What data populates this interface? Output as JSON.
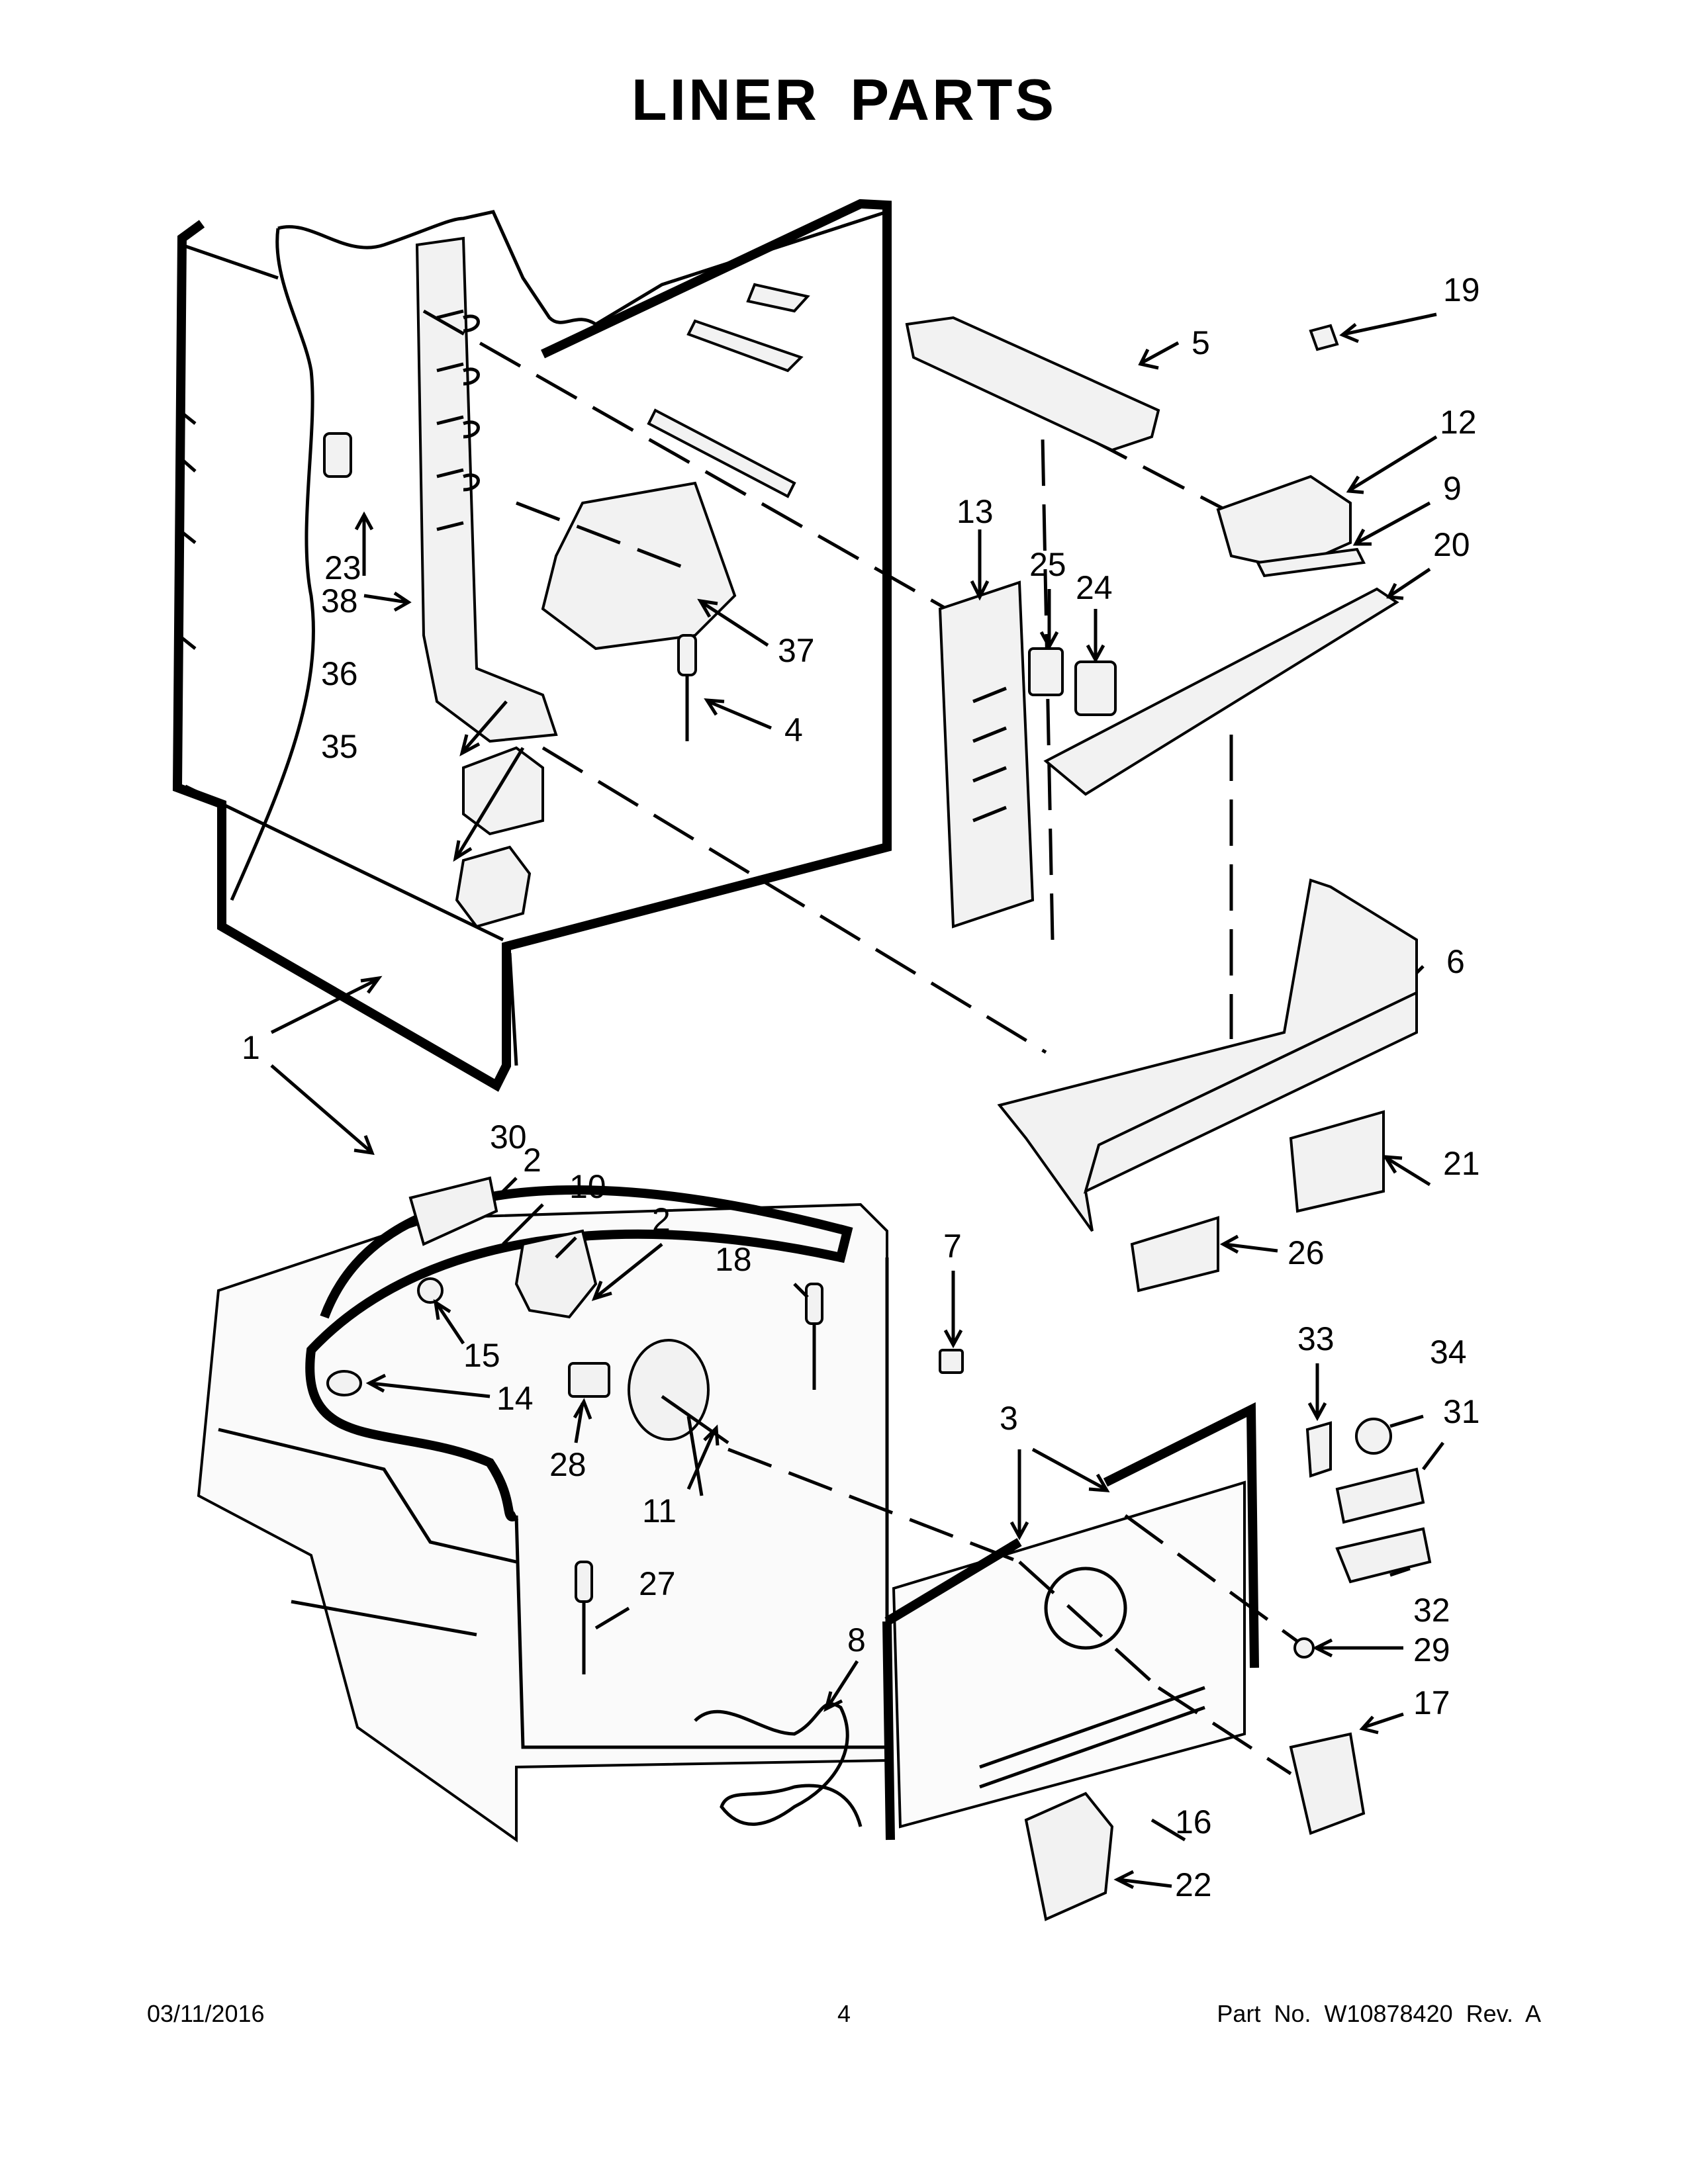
{
  "page_title": "LINER PARTS",
  "callouts": [
    {
      "id": "c1",
      "label": "1"
    },
    {
      "id": "c2a",
      "label": "2"
    },
    {
      "id": "c2b",
      "label": "2"
    },
    {
      "id": "c3a",
      "label": "3"
    },
    {
      "id": "c3b",
      "label": "3"
    },
    {
      "id": "c4",
      "label": "4"
    },
    {
      "id": "c5",
      "label": "5"
    },
    {
      "id": "c6",
      "label": "6"
    },
    {
      "id": "c7",
      "label": "7"
    },
    {
      "id": "c8",
      "label": "8"
    },
    {
      "id": "c9",
      "label": "9"
    },
    {
      "id": "c10",
      "label": "10"
    },
    {
      "id": "c11",
      "label": "11"
    },
    {
      "id": "c12",
      "label": "12"
    },
    {
      "id": "c13",
      "label": "13"
    },
    {
      "id": "c14",
      "label": "14"
    },
    {
      "id": "c15",
      "label": "15"
    },
    {
      "id": "c16",
      "label": "16"
    },
    {
      "id": "c17",
      "label": "17"
    },
    {
      "id": "c18",
      "label": "18"
    },
    {
      "id": "c19",
      "label": "19"
    },
    {
      "id": "c20",
      "label": "20"
    },
    {
      "id": "c21",
      "label": "21"
    },
    {
      "id": "c22",
      "label": "22"
    },
    {
      "id": "c23",
      "label": "23"
    },
    {
      "id": "c24",
      "label": "24"
    },
    {
      "id": "c25",
      "label": "25"
    },
    {
      "id": "c26",
      "label": "26"
    },
    {
      "id": "c27",
      "label": "27"
    },
    {
      "id": "c28",
      "label": "28"
    },
    {
      "id": "c29",
      "label": "29"
    },
    {
      "id": "c30",
      "label": "30"
    },
    {
      "id": "c31",
      "label": "31"
    },
    {
      "id": "c32",
      "label": "32"
    },
    {
      "id": "c33",
      "label": "33"
    },
    {
      "id": "c34",
      "label": "34"
    },
    {
      "id": "c35",
      "label": "35"
    },
    {
      "id": "c36",
      "label": "36"
    },
    {
      "id": "c37",
      "label": "37"
    },
    {
      "id": "c38",
      "label": "38"
    }
  ],
  "footer": {
    "date": "03/11/2016",
    "page_number": "4",
    "part_number": "Part No.  W10878420  Rev.  A"
  }
}
